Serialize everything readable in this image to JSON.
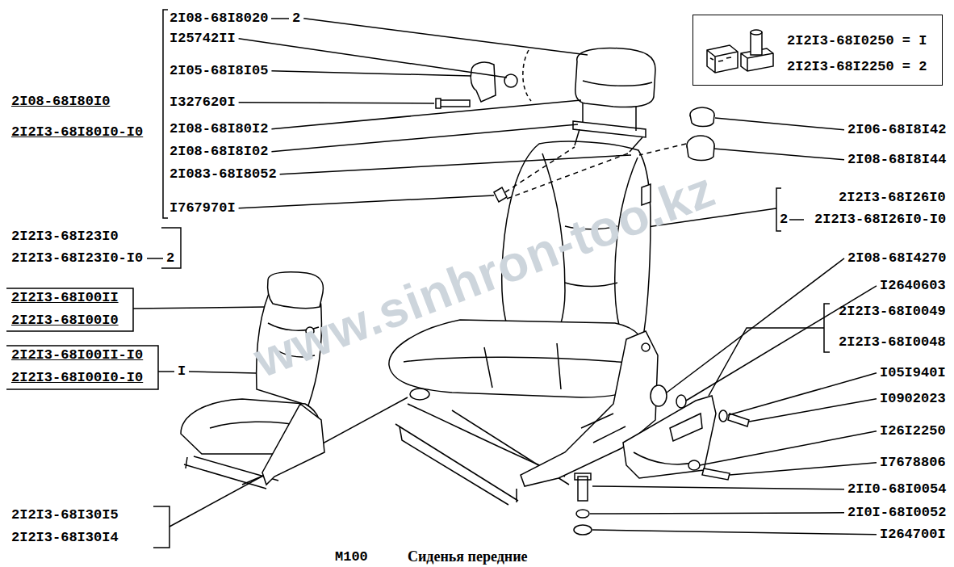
{
  "diagram": {
    "caption": "Сиденья передние",
    "nodes": [
      {
        "text": [
          "2I2I3-68I0250 = I",
          "2I2I3-68I2250 = 2"
        ]
      }
    ],
    "labels": [
      "2I08-68I8020",
      "2",
      "I25742II",
      "2I05-68I8I05",
      "I327620I",
      "2I08-68I80I2",
      "2I08-68I8I02",
      "2I083-68I8052",
      "I767970I",
      "2I08-68I80I0",
      "2I2I3-68I80I0-I0",
      "2I2I3-68I23I0",
      "2I2I3-68I23I0-I0",
      "2",
      "2I2I3-68I00II",
      "2I2I3-68I00I0",
      "2I2I3-68I00II-I0",
      "2I2I3-68I00I0-I0",
      "I",
      "2I2I3-68I30I5",
      "2I2I3-68I30I4",
      "2I06-68I8I42",
      "2I08-68I8I44",
      "2I2I3-68I26I0",
      "2",
      "2I2I3-68I26I0-I0",
      "2I08-68I4270",
      "I2640603",
      "2I2I3-68I0049",
      "2I2I3-68I0048",
      "I05I940I",
      "I0902023",
      "I26I2250",
      "I7678806",
      "2II0-68I0054",
      "2I0I-68I0052",
      "I264700I",
      "M100",
      "www.sinhron-too.kz"
    ]
  }
}
